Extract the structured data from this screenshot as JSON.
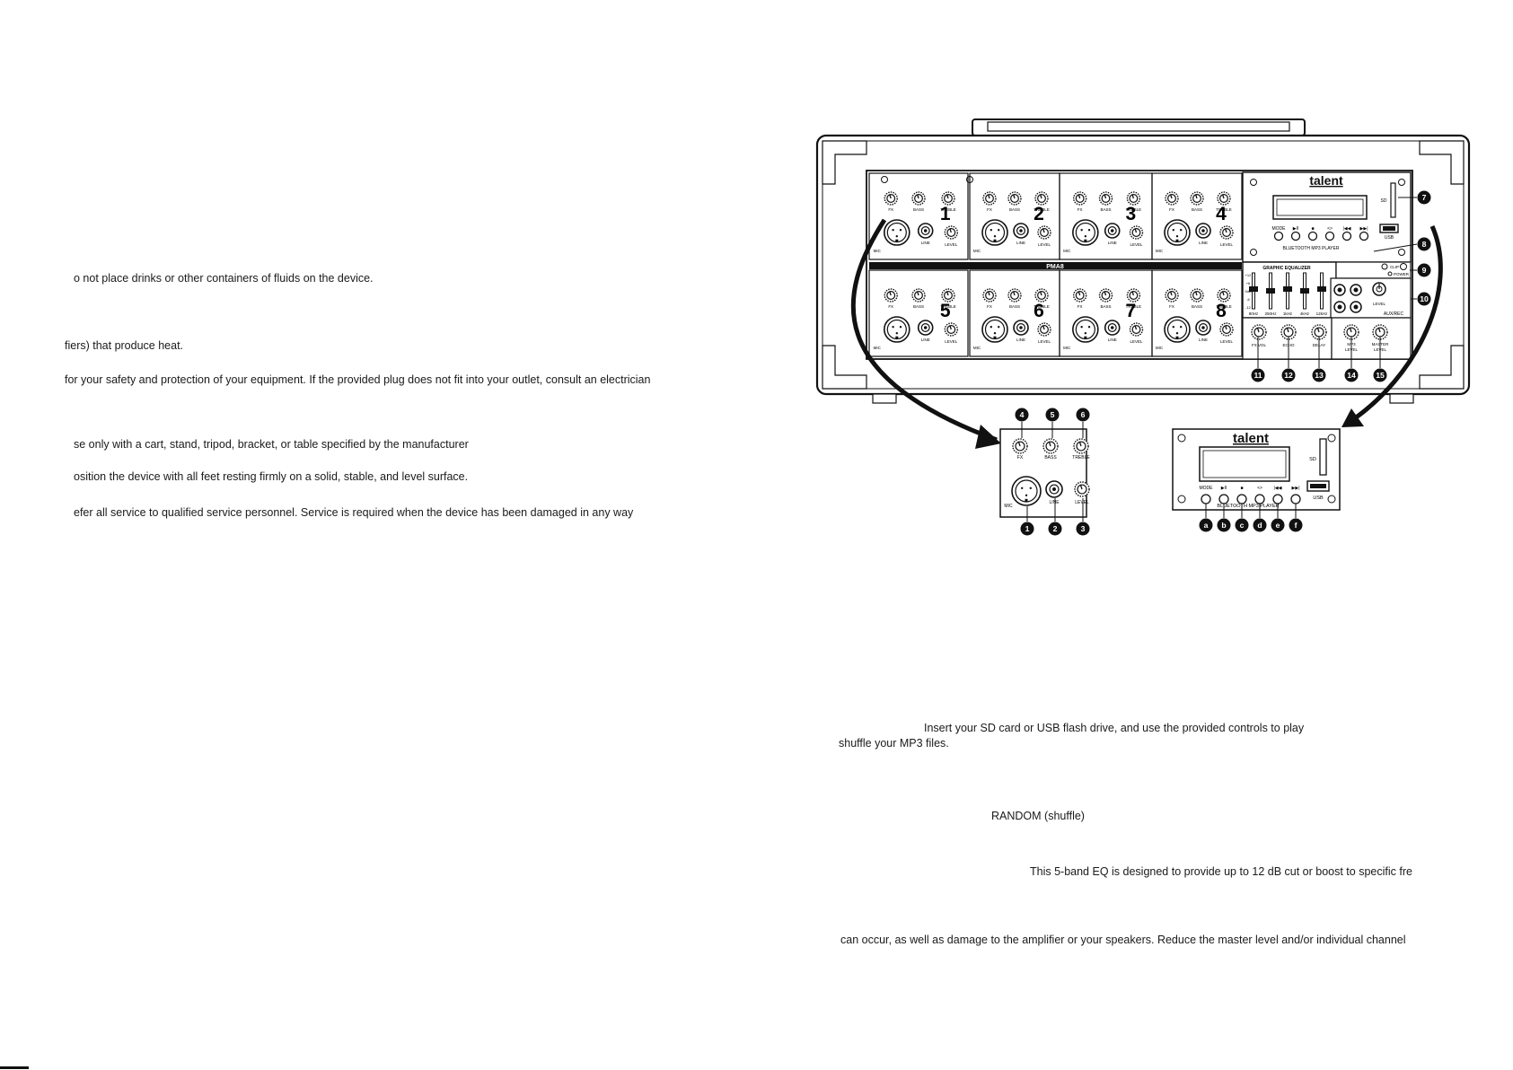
{
  "left_column": {
    "lines": [
      "o not place drinks or other containers of fluids on the device.",
      "fiers) that produce heat.",
      "for your safety and protection of your equipment. If the provided plug does not fit into your outlet, consult an electrician",
      "se only with a cart, stand, tripod, bracket, or table specified by the manufacturer",
      "osition the device with all feet resting firmly on a solid, stable, and level surface.",
      "efer all service to qualified service personnel. Service is required when the device has been damaged in any way"
    ]
  },
  "right_column": {
    "mp3_line1": "Insert your SD card or USB flash drive, and use the provided controls to play",
    "mp3_line2": "shuffle your MP3 files.",
    "random_text": "RANDOM (shuffle)",
    "eq_text": "This 5-band EQ is designed to provide up to 12 dB cut or boost to specific fre",
    "clip_text": "can occur, as well as damage to the amplifier or your speakers. Reduce the master level and/or individual channel"
  },
  "diagram": {
    "brand": "talent",
    "model": "PMA8",
    "channel_numbers": [
      "1",
      "2",
      "3",
      "4",
      "5",
      "6",
      "7",
      "8"
    ],
    "knob_labels": [
      "FX",
      "BASS",
      "TREBLE",
      "LEVEL"
    ],
    "jack_labels": [
      "MIC",
      "LINE"
    ],
    "player_label": "BLUETOOTH MP3 PLAYER",
    "player_buttons": [
      "MODE",
      "▶II",
      "■",
      "<>",
      "|◀◀",
      "▶▶|"
    ],
    "slot_labels": [
      "SD",
      "USB"
    ],
    "eq_title": "GRAPHIC EQUALIZER",
    "eq_scale": [
      "+12",
      "+6",
      "0dB",
      "-6",
      "-12"
    ],
    "eq_bands": [
      "80Hz",
      "250Hz",
      "1kHz",
      "4kHz",
      "12kHz"
    ],
    "clip_label": "CLIP",
    "power_label": "POWER",
    "aux_label": "AUX/REC",
    "master_knobs": [
      "FX VOL",
      "ECHO",
      "DELAY",
      "MP3 LEVEL",
      "MASTER LEVEL"
    ],
    "callouts_main": [
      "7",
      "8",
      "9",
      "10",
      "11",
      "12",
      "13",
      "14",
      "15"
    ],
    "callouts_channel": [
      "4",
      "5",
      "6",
      "1",
      "2",
      "3"
    ],
    "callouts_player": [
      "a",
      "b",
      "c",
      "d",
      "e",
      "f"
    ]
  }
}
